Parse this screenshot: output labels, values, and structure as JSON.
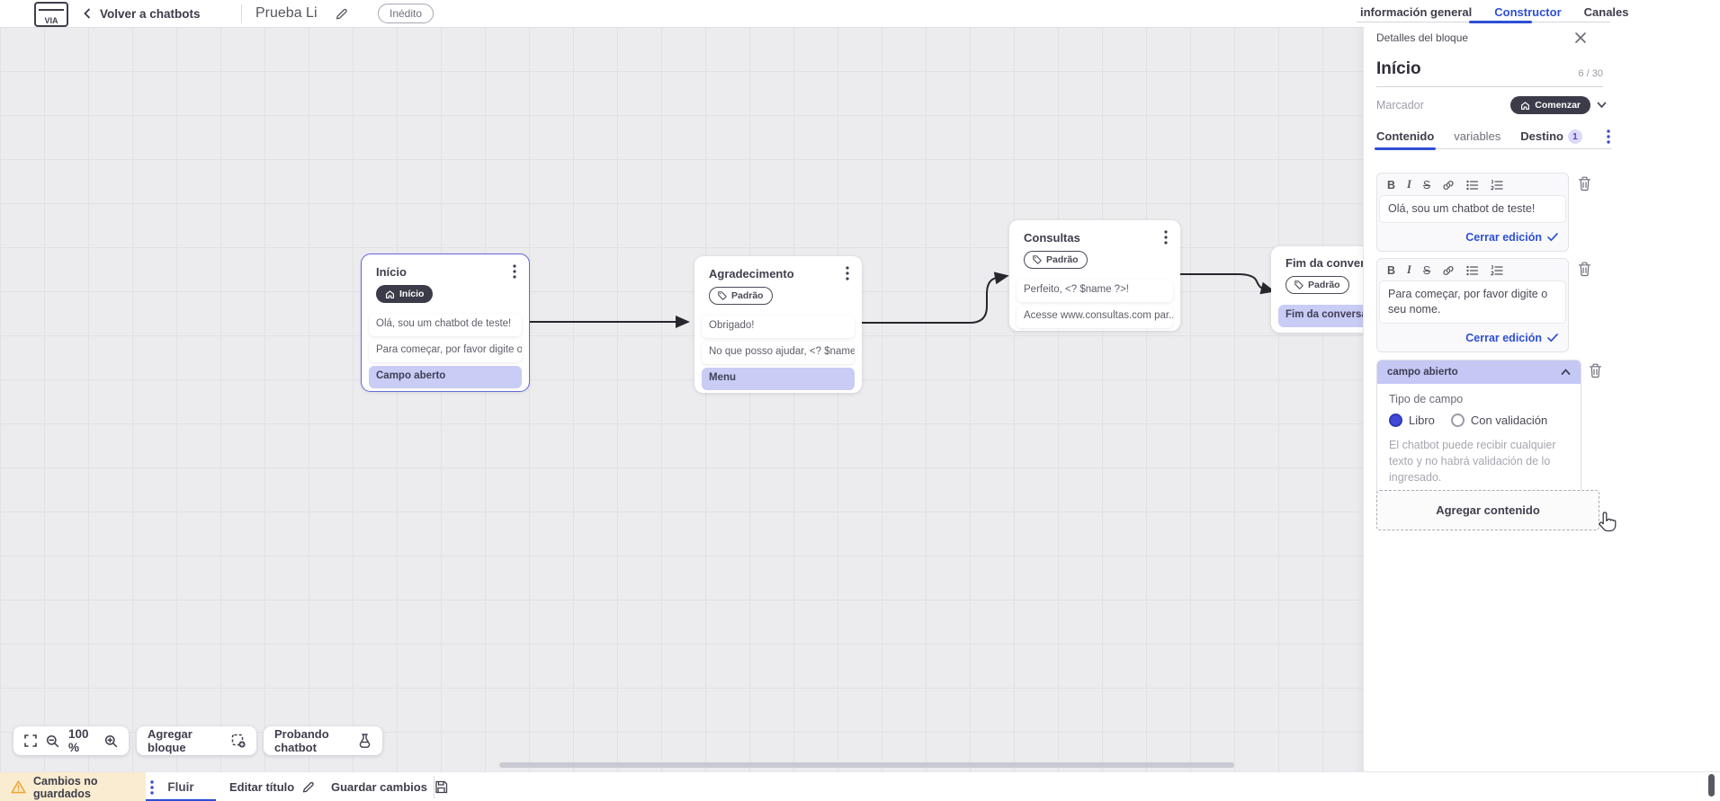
{
  "topbar": {
    "logo_text": "VIA",
    "back_label": "Volver a chatbots",
    "chatbot_title": "Prueba Li",
    "status_badge": "Inédito",
    "tabs": [
      {
        "label": "información general"
      },
      {
        "label": "Constructor"
      },
      {
        "label": "Canales"
      }
    ]
  },
  "canvas": {
    "nodes": [
      {
        "title": "Início",
        "badge": "Início",
        "rows": [
          {
            "text": "Olá, sou um chatbot de teste!"
          },
          {
            "text": "Para começar, por favor digite o ..."
          },
          {
            "text": "Campo aberto"
          }
        ]
      },
      {
        "title": "Agradecimento",
        "badge": "Padrão",
        "rows": [
          {
            "text": "Obrigado!"
          },
          {
            "text": "No que posso ajudar, <? $name ..."
          },
          {
            "text": "Menu"
          }
        ]
      },
      {
        "title": "Consultas",
        "badge": "Padrão",
        "rows": [
          {
            "text": "Perfeito, <? $name ?>!"
          },
          {
            "text": "Acesse www.consultas.com par..."
          }
        ]
      },
      {
        "title": "Fim da conversa",
        "badge": "Padrão",
        "rows": [
          {
            "text": "Fim da conversa"
          }
        ]
      }
    ],
    "controls": {
      "zoom_level": "100 %",
      "add_block": "Agregar bloque",
      "test_chatbot": "Probando chatbot"
    }
  },
  "panel": {
    "header": "Detalles del bloque",
    "block_name": "Início",
    "char_counter": "6 / 30",
    "marker_label": "Marcador",
    "marker_value": "Comenzar",
    "tabs": [
      {
        "label": "Contenido"
      },
      {
        "label": "variables"
      },
      {
        "label": "Destino",
        "badge": "1"
      }
    ],
    "toolbar": {
      "bold": "B",
      "italic": "I",
      "strike": "S"
    },
    "editors": [
      {
        "text": "Olá, sou um chatbot de teste!",
        "close_label": "Cerrar edición"
      },
      {
        "text": "Para começar, por favor digite o seu nome.",
        "close_label": "Cerrar edición"
      }
    ],
    "open_field": {
      "title": "campo abierto",
      "type_label": "Tipo de campo",
      "options": [
        {
          "label": "Libro",
          "selected": true
        },
        {
          "label": "Con validación",
          "selected": false
        }
      ],
      "description": "El chatbot puede recibir cualquier texto y no habrá validación de lo ingresado."
    },
    "add_content_label": "Agregar contenido"
  },
  "bottombar": {
    "unsaved_label": "Cambios no guardados",
    "flow_tab": "Fluir",
    "edit_title_label": "Editar título",
    "save_label": "Guardar cambios"
  },
  "colors": {
    "accent_blue": "#2e4fd4",
    "dark_pill": "#3b3b49",
    "highlight_row": "#c9ccf4",
    "warning": "#eaa739",
    "canvas_bg": "#ececef"
  }
}
